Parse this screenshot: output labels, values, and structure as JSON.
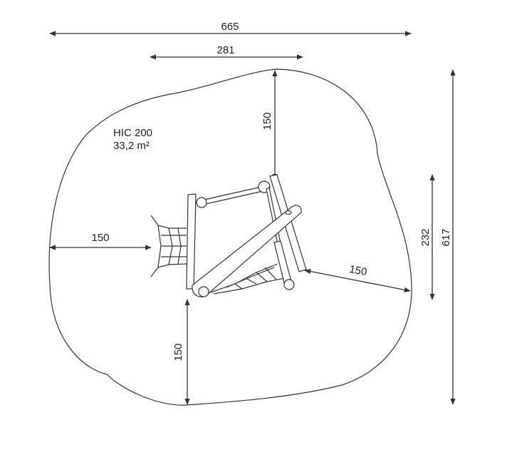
{
  "colors": {
    "line": "#333333",
    "text": "#222222",
    "background": "#ffffff"
  },
  "area_info": {
    "hic": "HIC 200",
    "area": "33,2 m²"
  },
  "dimensions": {
    "overall_width": "665",
    "inner_width": "281",
    "top_clearance": "150",
    "left_clearance": "150",
    "bottom_clearance": "150",
    "diagonal_clearance": "150",
    "inner_height": "232",
    "overall_height": "617"
  }
}
